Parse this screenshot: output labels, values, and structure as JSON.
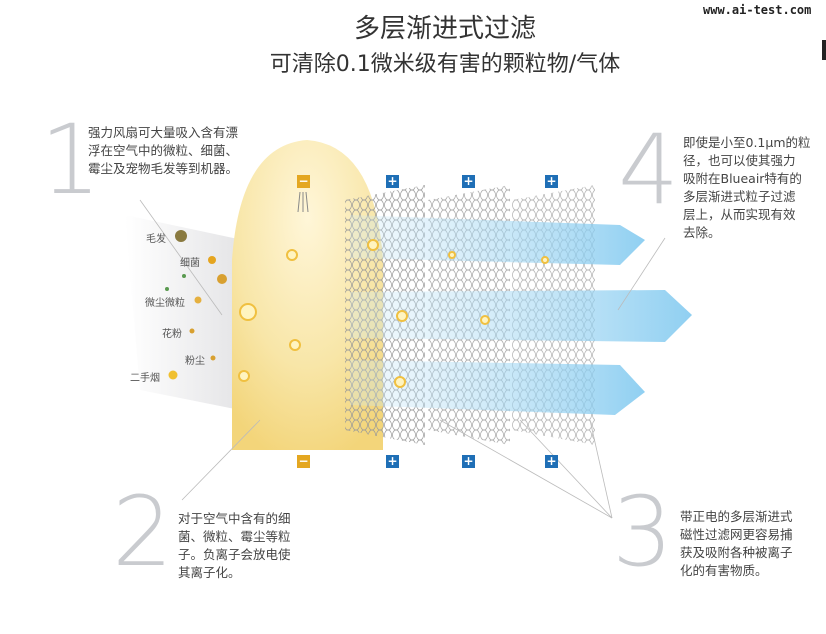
{
  "watermark": "www.ai-test.com",
  "title": "多层渐进式过滤",
  "subtitle": "可清除0.1微米级有害的颗粒物/气体",
  "steps": [
    {
      "number": "1",
      "text": [
        "强力风扇可大量吸入含有漂",
        "浮在空气中的微粒、细菌、",
        "霉尘及宠物毛发等到机器。"
      ]
    },
    {
      "number": "2",
      "text": [
        "对于空气中含有的细",
        "菌、微粒、霉尘等粒",
        "子。负离子会放电使",
        "其离子化。"
      ]
    },
    {
      "number": "3",
      "text": [
        "带正电的多层渐进式",
        "磁性过滤网更容易捕",
        "获及吸附各种被离子",
        "化的有害物质。"
      ]
    },
    {
      "number": "4",
      "text": [
        "即使是小至0.1μm的粒",
        "径，也可以使其强力",
        "吸附在Blueair特有的",
        "多层渐进式粒子过滤",
        "层上，从而实现有效",
        "去除。"
      ]
    }
  ],
  "particles": [
    "毛发",
    "细菌",
    "微尘微粒",
    "花粉",
    "粉尘",
    "二手烟"
  ],
  "charges": {
    "plus": "+",
    "minus": "−"
  },
  "colors": {
    "plus": "#1f6fb6",
    "minus": "#e4a721",
    "airflow": "#8fd0f0",
    "ionizer": "#f5dc8a"
  }
}
